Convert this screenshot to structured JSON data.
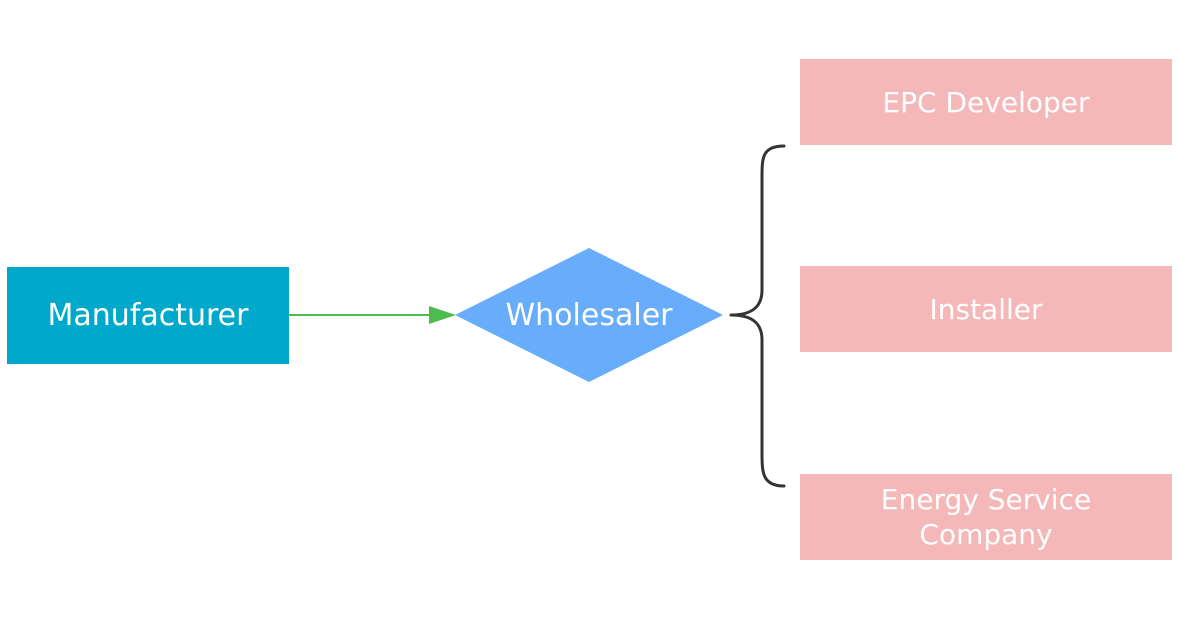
{
  "diagram": {
    "source": {
      "label": "Manufacturer",
      "color": "#00a9cb"
    },
    "hub": {
      "label": "Wholesaler",
      "color": "#68adfb"
    },
    "targets": [
      {
        "label": "EPC Developer"
      },
      {
        "label": "Installer"
      },
      {
        "label": "Energy Service Company"
      }
    ],
    "target_color": "#f4b8b9",
    "arrow_color": "#4dbb4d",
    "brace_color": "#333333"
  }
}
